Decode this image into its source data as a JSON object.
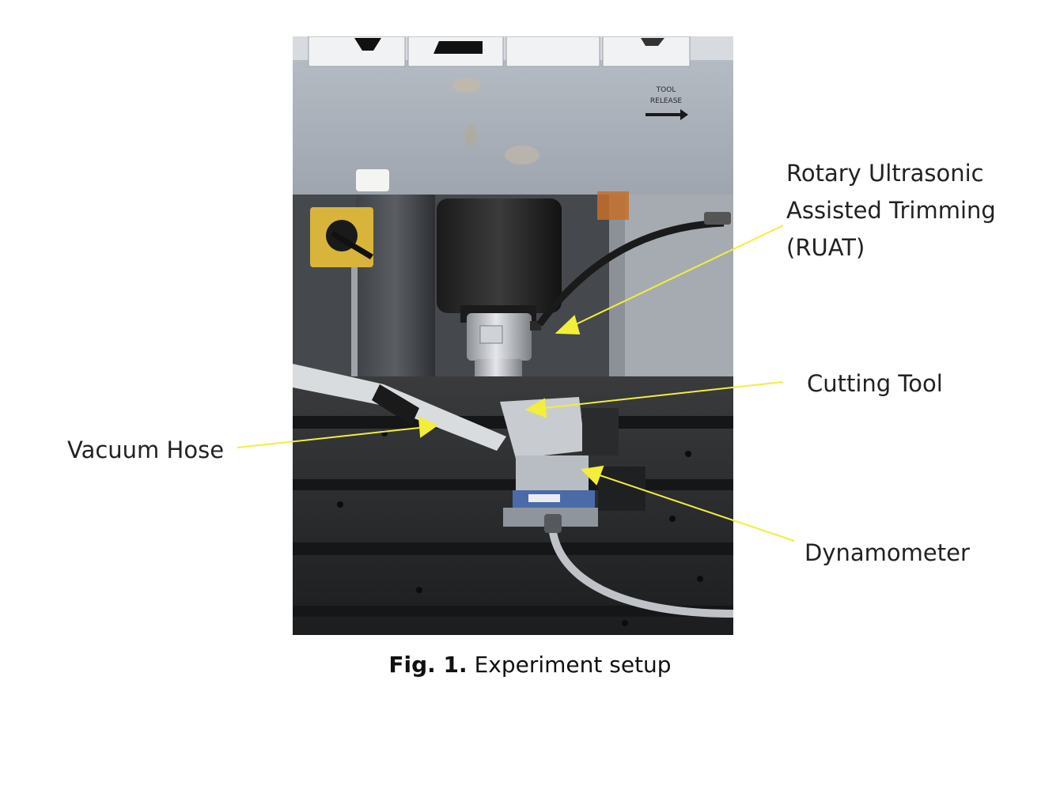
{
  "figure": {
    "labels": {
      "ruat_line1": "Rotary Ultrasonic",
      "ruat_line2": "Assisted Trimming",
      "ruat_line3": "(RUAT)",
      "cutting_tool": "Cutting Tool",
      "vacuum_hose": "Vacuum Hose",
      "dynamometer": "Dynamometer"
    },
    "photo_text": {
      "tool_release_line1": "TOOL",
      "tool_release_line2": "RELEASE"
    },
    "annotation_color": "#f2ee3a",
    "caption_prefix": "Fig. 1.",
    "caption_text": " Experiment setup"
  }
}
